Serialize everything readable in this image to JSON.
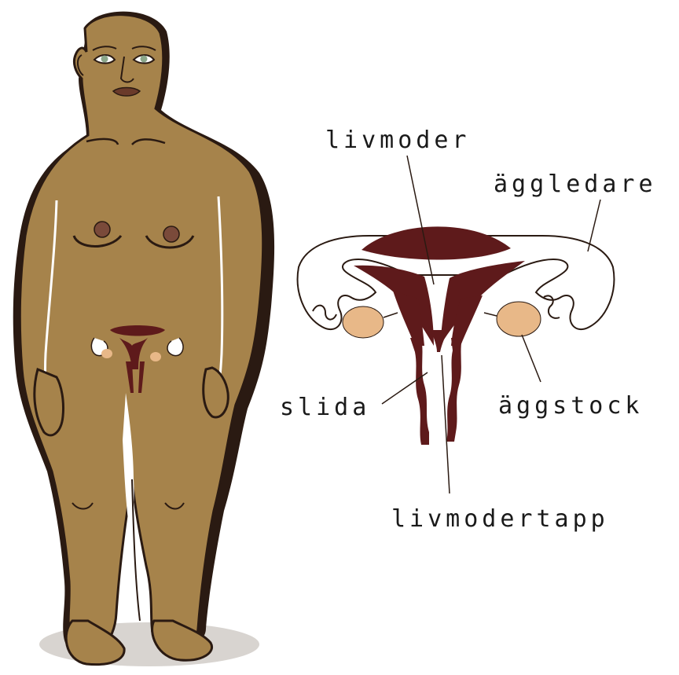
{
  "labels": {
    "uterus": "livmoder",
    "fallopian_tube": "äggledare",
    "vagina": "slida",
    "ovary": "äggstock",
    "cervix": "livmodertapp"
  },
  "colors": {
    "skin": "#a6834b",
    "outline": "#2a1a12",
    "uterus_wall": "#5e1a1b",
    "ovary": "#e8b888",
    "nipple": "#7a4a3a",
    "eye": "#8aa68a",
    "background": "#ffffff"
  }
}
